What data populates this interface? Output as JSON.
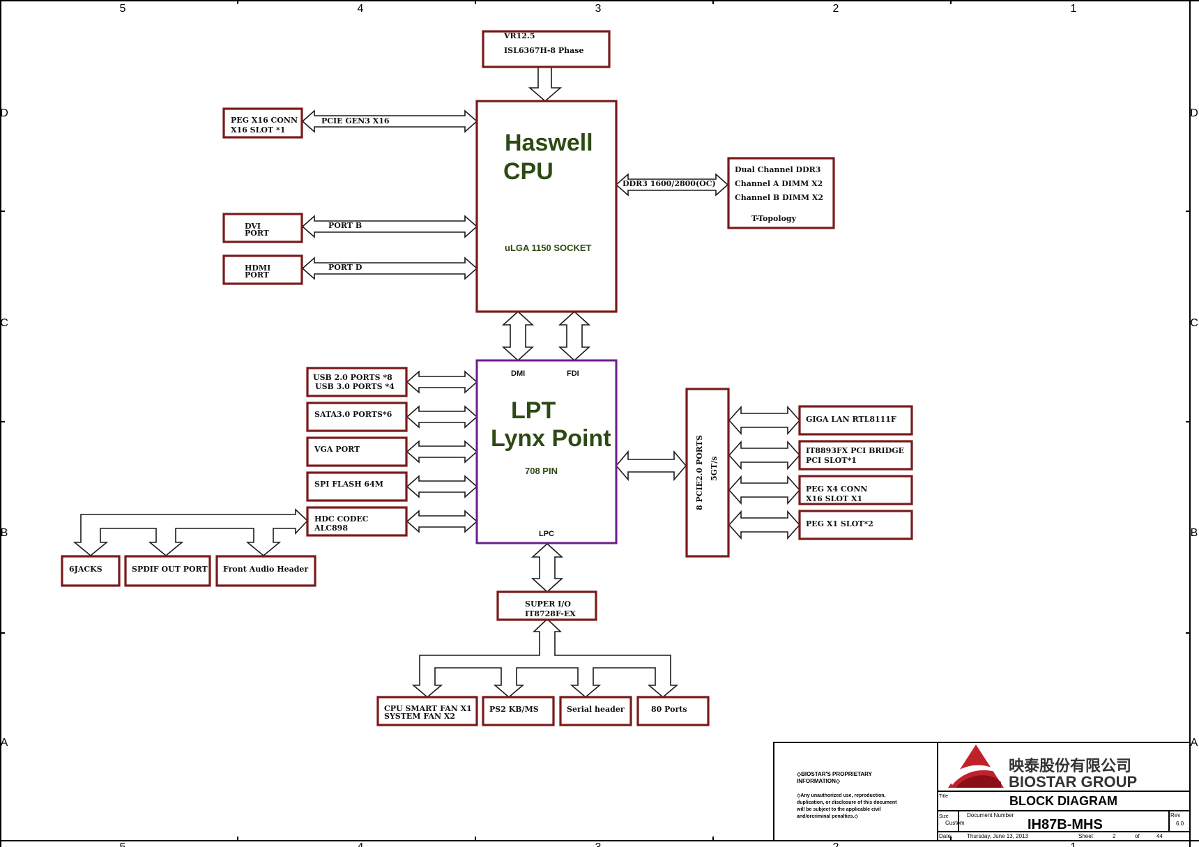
{
  "sheet": {
    "top_zones": [
      "5",
      "4",
      "3",
      "2",
      "1"
    ],
    "bottom_zones": [
      "5",
      "4",
      "3",
      "2",
      "1"
    ],
    "left_zones": [
      "D",
      "C",
      "B",
      "A"
    ],
    "right_zones": [
      "D",
      "C",
      "B",
      "A"
    ]
  },
  "colors": {
    "box_border": "#7a1a1a",
    "pch_border": "#6b1e8a",
    "title_green": "#2e4a14",
    "arrow": "#1a1a1a",
    "frame": "#000000",
    "logo_red": "#c0222b"
  },
  "vr": {
    "line1": "VR12.5",
    "line2": "ISL6367H-8 Phase"
  },
  "cpu": {
    "title_1": "Haswell",
    "title_2": "CPU",
    "socket": "uLGA 1150 SOCKET"
  },
  "peg_x16": {
    "line1": "PEG X16 CONN",
    "line2": "X16 SLOT *1",
    "bus": "PCIE GEN3 X16"
  },
  "dvi": {
    "line1": "DVI",
    "line2": "PORT",
    "bus": "PORT B"
  },
  "hdmi": {
    "line1": "HDMI",
    "line2": "PORT",
    "bus": "PORT D"
  },
  "ddr": {
    "bus": "DDR3 1600/2800(OC)",
    "line1": "Dual Channel DDR3",
    "line2": "Channel A DIMM X2",
    "line3": "Channel B DIMM X2",
    "line4": "T-Topology"
  },
  "pch": {
    "dmi": "DMI",
    "fdi": "FDI",
    "title_1": "LPT",
    "title_2": "Lynx Point",
    "pins": "708 PIN",
    "lpc": "LPC"
  },
  "usb": {
    "line1": "USB 2.0 PORTS *8",
    "line2": "USB 3.0 PORTS *4"
  },
  "sata": {
    "label": "SATA3.0 PORTS*6"
  },
  "vga": {
    "label": "VGA PORT"
  },
  "spi": {
    "label": "SPI FLASH 64M"
  },
  "hda": {
    "line1": "HDC CODEC",
    "line2": "ALC898"
  },
  "audio_outputs": {
    "jacks": "6JACKS",
    "spdif": "SPDIF OUT PORT",
    "front": "Front Audio Header"
  },
  "pcie_switch": {
    "line1": "8 PCIE2.0 PORTS",
    "line2": "5GT/s"
  },
  "right_devices": {
    "lan": "GIGA LAN RTL8111F",
    "bridge_1": "IT8893FX PCI BRIDGE",
    "bridge_2": "PCI SLOT*1",
    "peg4_1": "PEG X4 CONN",
    "peg4_2": "X16 SLOT X1",
    "peg1": "PEG X1 SLOT*2"
  },
  "sio": {
    "line1": "SUPER I/O",
    "line2": "IT8728F-EX"
  },
  "sio_outputs": {
    "fan_1": "CPU SMART FAN X1",
    "fan_2": "SYSTEM FAN X2",
    "ps2": "PS2 KB/MS",
    "serial": "Serial header",
    "ports80": "80 Ports"
  },
  "title_block": {
    "prop_1": "◇BIOSTAR'S PROPRIETARY",
    "prop_2": "INFORMATION◇",
    "notice_1": "◇Any unauthorized use, reproduction,",
    "notice_2": "duplication, or disclosure of this document",
    "notice_3": "will be subject to the applicable civil",
    "notice_4": "and/orcriminal penalties.◇",
    "company_cn": "映泰股份有限公司",
    "company_en": "BIOSTAR GROUP",
    "title_caption": "Title",
    "title": "BLOCK DIAGRAM",
    "size_caption": "Size",
    "size": "Custom",
    "docnum_caption": "Document Number",
    "docnum": "IH87B-MHS",
    "rev_caption": "Rev",
    "rev": "6.0",
    "date_caption": "Date:",
    "date": "Thursday, June 13, 2013",
    "sheet_caption": "Sheet",
    "sheet": "2",
    "of_caption": "of",
    "total": "44"
  }
}
